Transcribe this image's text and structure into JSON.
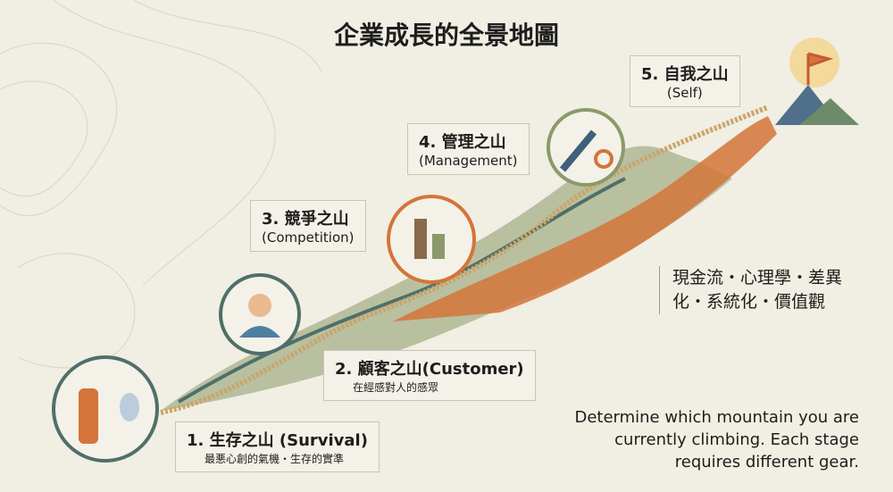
{
  "title": "企業成長的全景地圖",
  "stages": [
    {
      "heading": "1. 生存之山 (Survival)",
      "subtitle": "最悪心創的氣機・生存的實準",
      "icon": "oxygen-tank-icon"
    },
    {
      "heading": "2. 顧客之山(Customer)",
      "subtitle": "在經感對人的感眾",
      "icon": "person-icon"
    },
    {
      "heading": "3. 競爭之山",
      "subheading": "(Competition)",
      "icon": "chess-icon"
    },
    {
      "heading": "4. 管理之山",
      "subheading": "(Management)",
      "icon": "gear-tool-icon"
    },
    {
      "heading": "5. 自我之山",
      "subheading": "(Self)",
      "icon": "summit-flag-icon"
    }
  ],
  "keywords": "現金流・心理學・差異化・系統化・價值觀",
  "note": "Determine which mountain you are currently climbing. Each stage requires different gear.",
  "colors": {
    "background": "#f1eee3",
    "rope": "#c9a56b",
    "orange": "#d4743a",
    "green": "#8a9a6a",
    "teal": "#4f6f6a"
  }
}
